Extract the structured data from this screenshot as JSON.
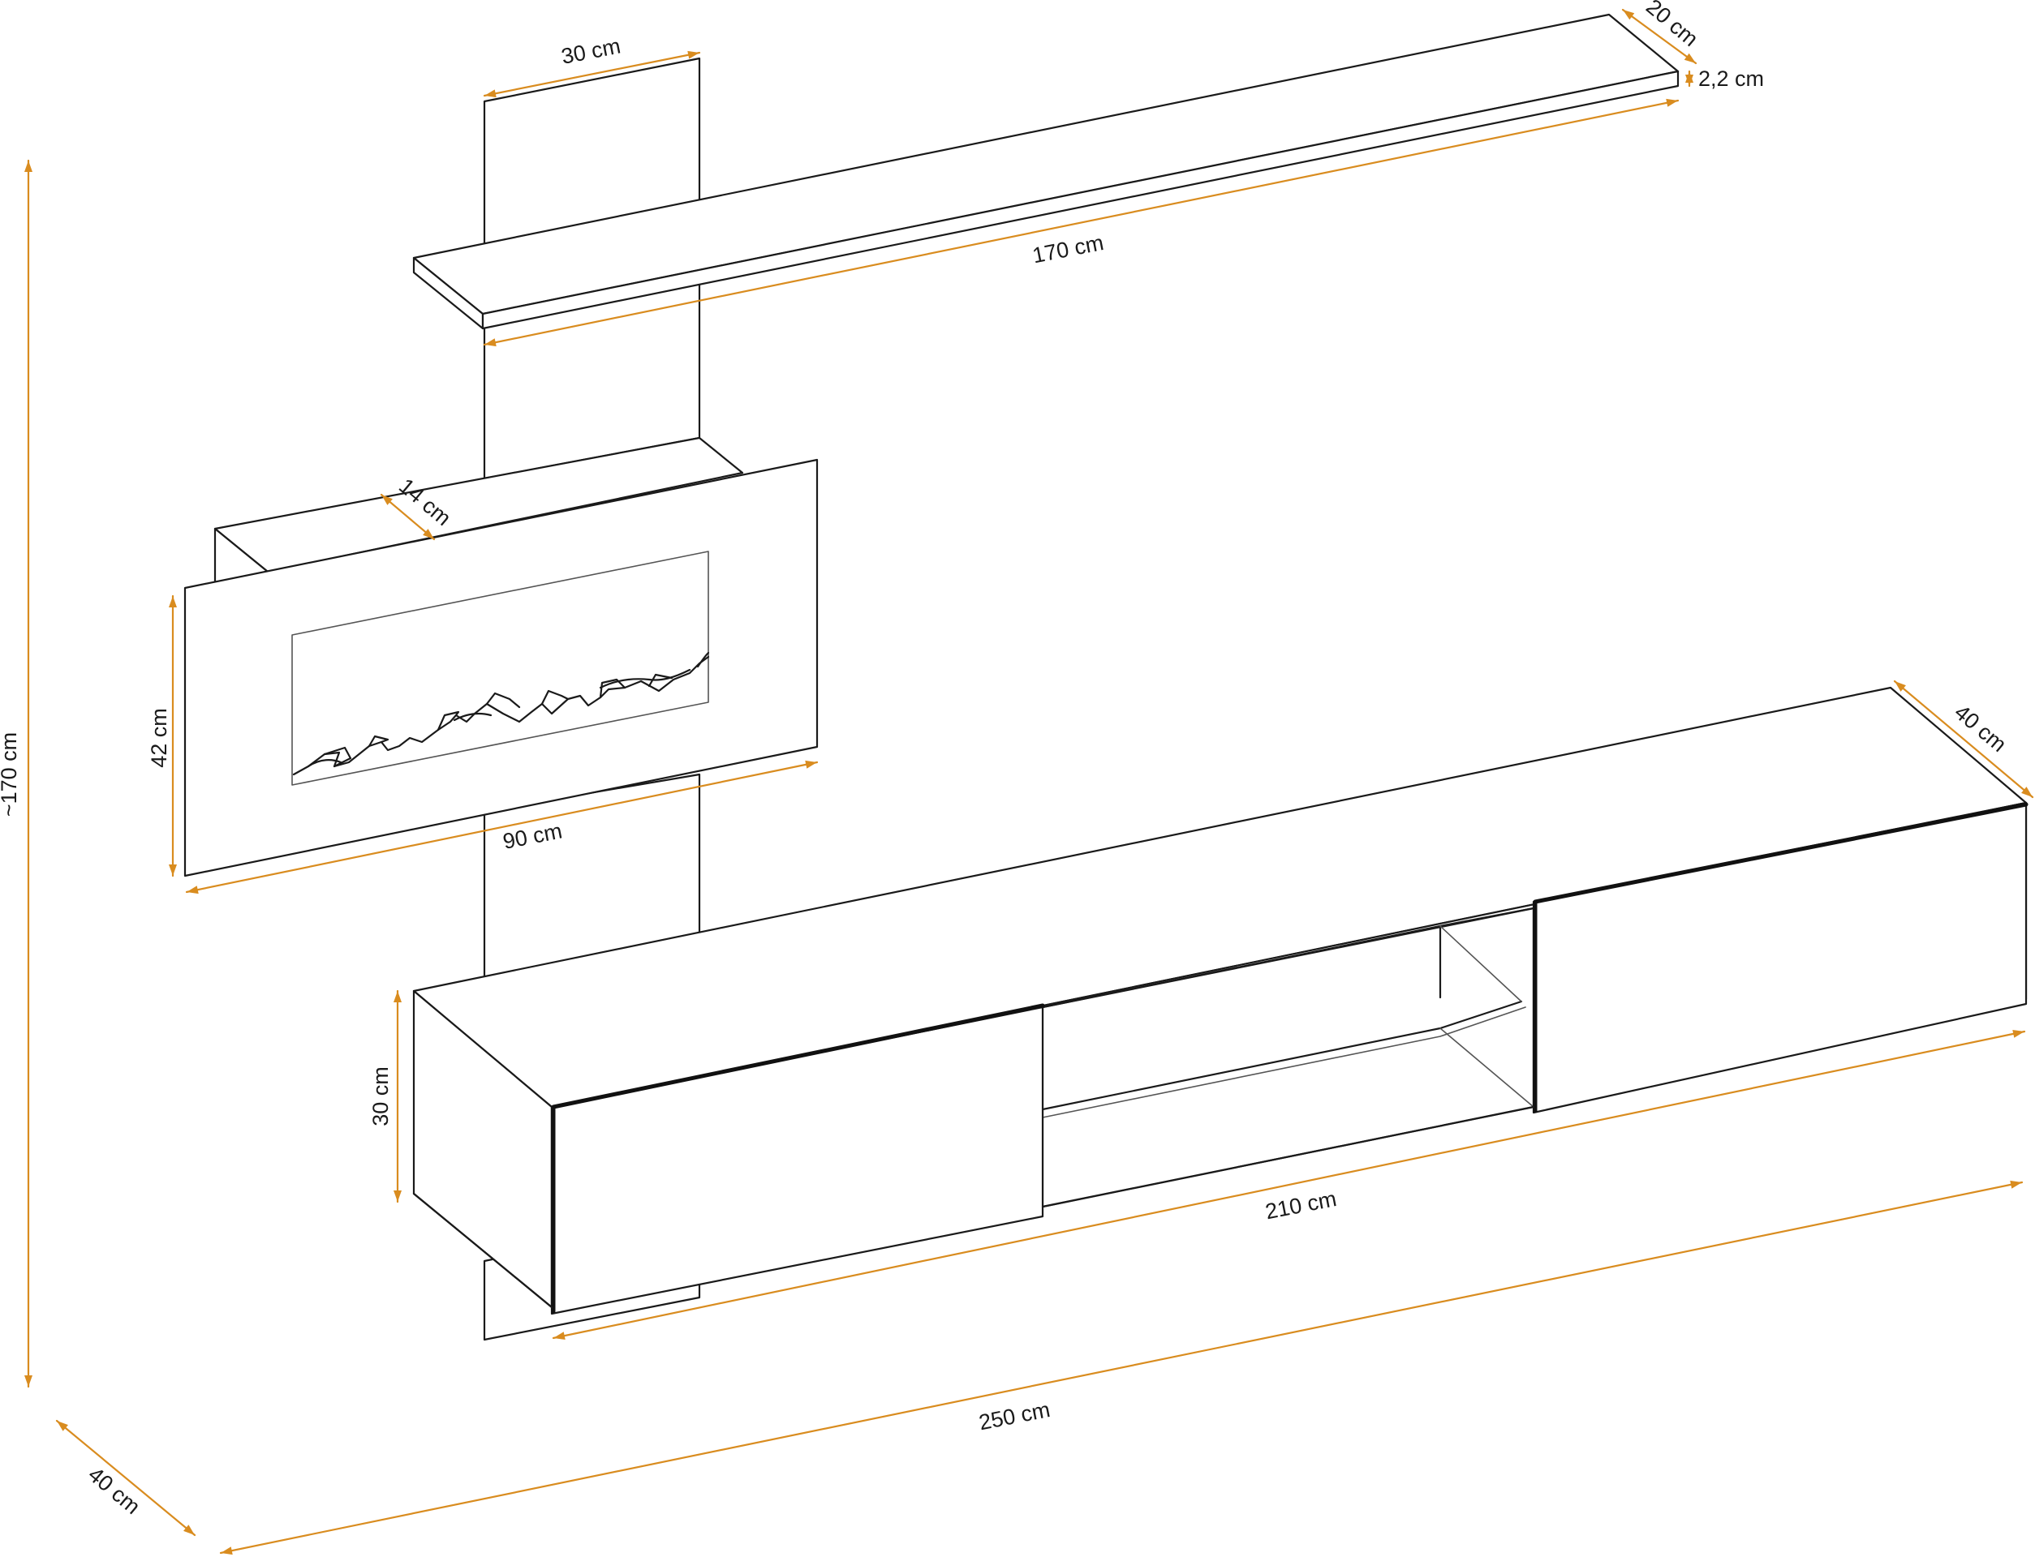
{
  "colors": {
    "dimension": "#d98c1f",
    "outline": "#1a1a1a",
    "background": "#ffffff"
  },
  "dimensions": {
    "top_panel_width": "30 cm",
    "shelf_depth": "20 cm",
    "shelf_thickness": "2,2 cm",
    "shelf_length": "170 cm",
    "fireplace_depth": "14 cm",
    "fireplace_height": "42 cm",
    "fireplace_width": "90 cm",
    "cabinet_depth": "40 cm",
    "cabinet_height": "30 cm",
    "cabinet_length": "210 cm",
    "total_height": "~170 cm",
    "total_width": "250 cm",
    "total_depth": "40 cm"
  }
}
